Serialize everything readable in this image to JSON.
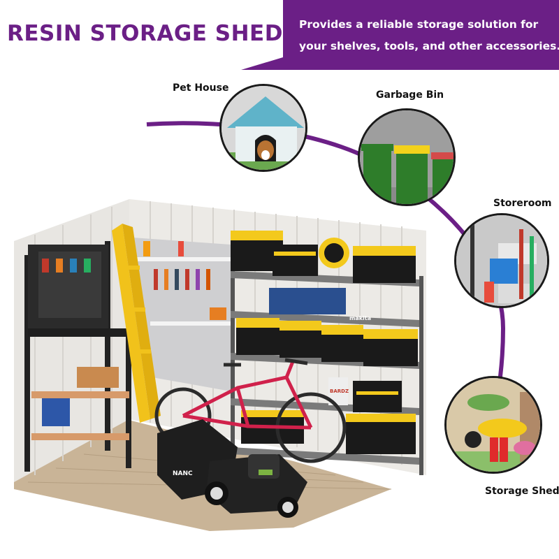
{
  "header": {
    "title": "RESIN STORAGE SHED",
    "banner_line1": "Provides a reliable storage solution for",
    "banner_line2": "your shelves, tools, and other accessories."
  },
  "callouts": [
    {
      "label": "Pet House"
    },
    {
      "label": "Garbage Bin"
    },
    {
      "label": "Storeroom"
    },
    {
      "label": "Storage Shed"
    }
  ],
  "scene": {
    "mower_brand": "NANC",
    "case_brand": "makita",
    "box_brand": "BARDZ"
  },
  "colors": {
    "brand_purple": "#6b1f86",
    "accent_yellow": "#f3c91c",
    "bike_red": "#d0214b",
    "bin_green": "#2e7d2a"
  }
}
